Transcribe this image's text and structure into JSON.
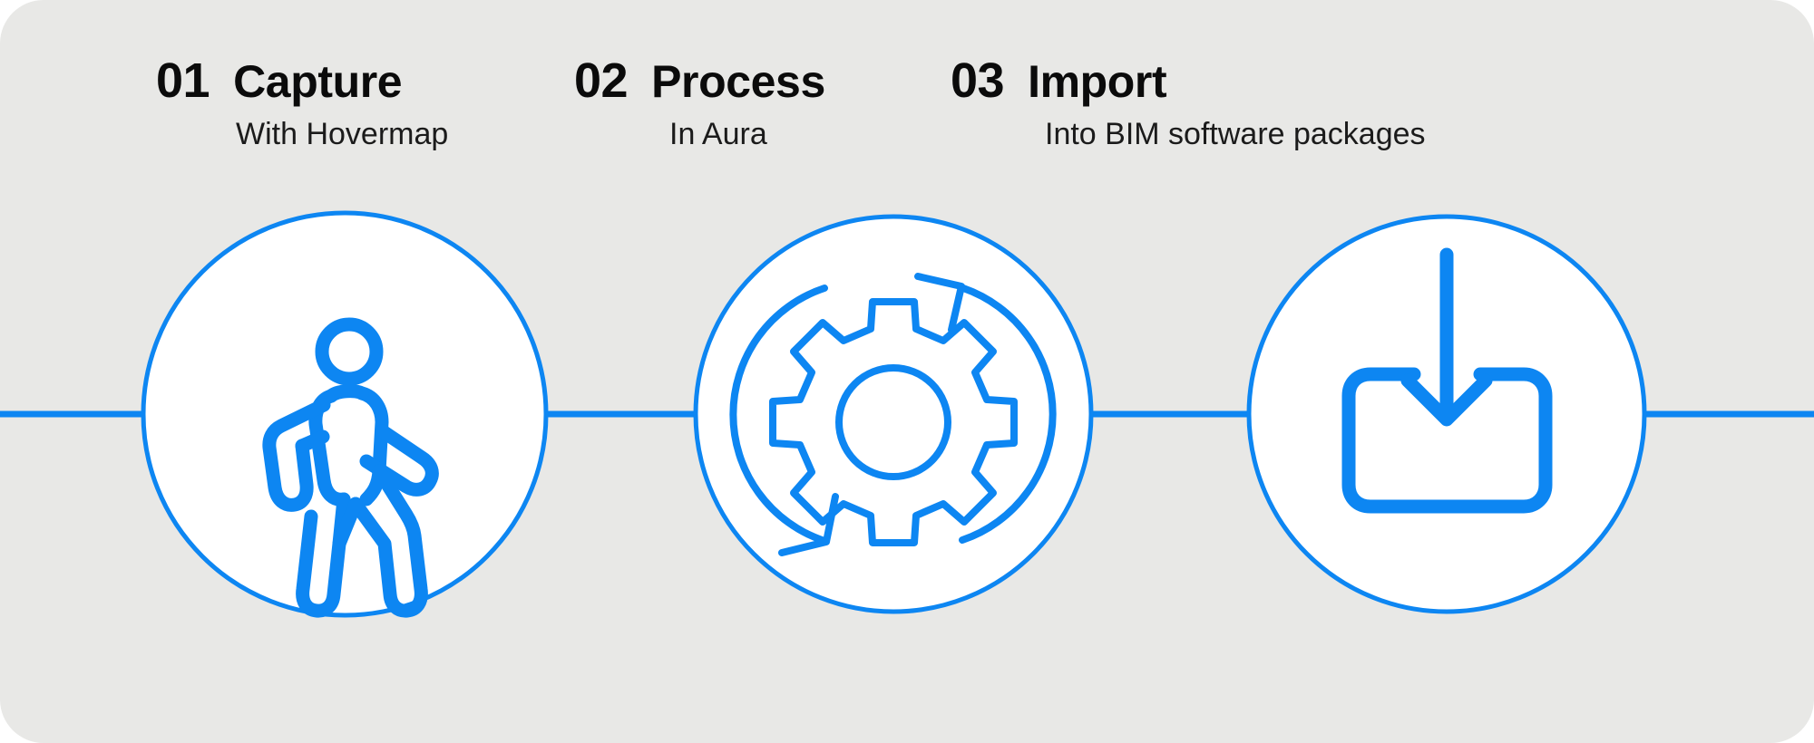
{
  "theme": {
    "background": "#ffffff",
    "card_background": "#e8e8e6",
    "accent": "#0d86f2",
    "circle_fill": "#ffffff",
    "text": "#0b0b0b"
  },
  "diagram": {
    "type": "process-flow",
    "orientation": "horizontal",
    "step_count": 3,
    "connector_label": "horizontal-flow-line"
  },
  "steps": [
    {
      "number": "01",
      "title": "Capture",
      "subtitle": "With Hovermap",
      "icon": "walking-person-icon"
    },
    {
      "number": "02",
      "title": "Process",
      "subtitle": "In Aura",
      "icon": "gear-cycle-icon"
    },
    {
      "number": "03",
      "title": "Import",
      "subtitle": "Into BIM software packages",
      "icon": "import-download-icon"
    }
  ]
}
